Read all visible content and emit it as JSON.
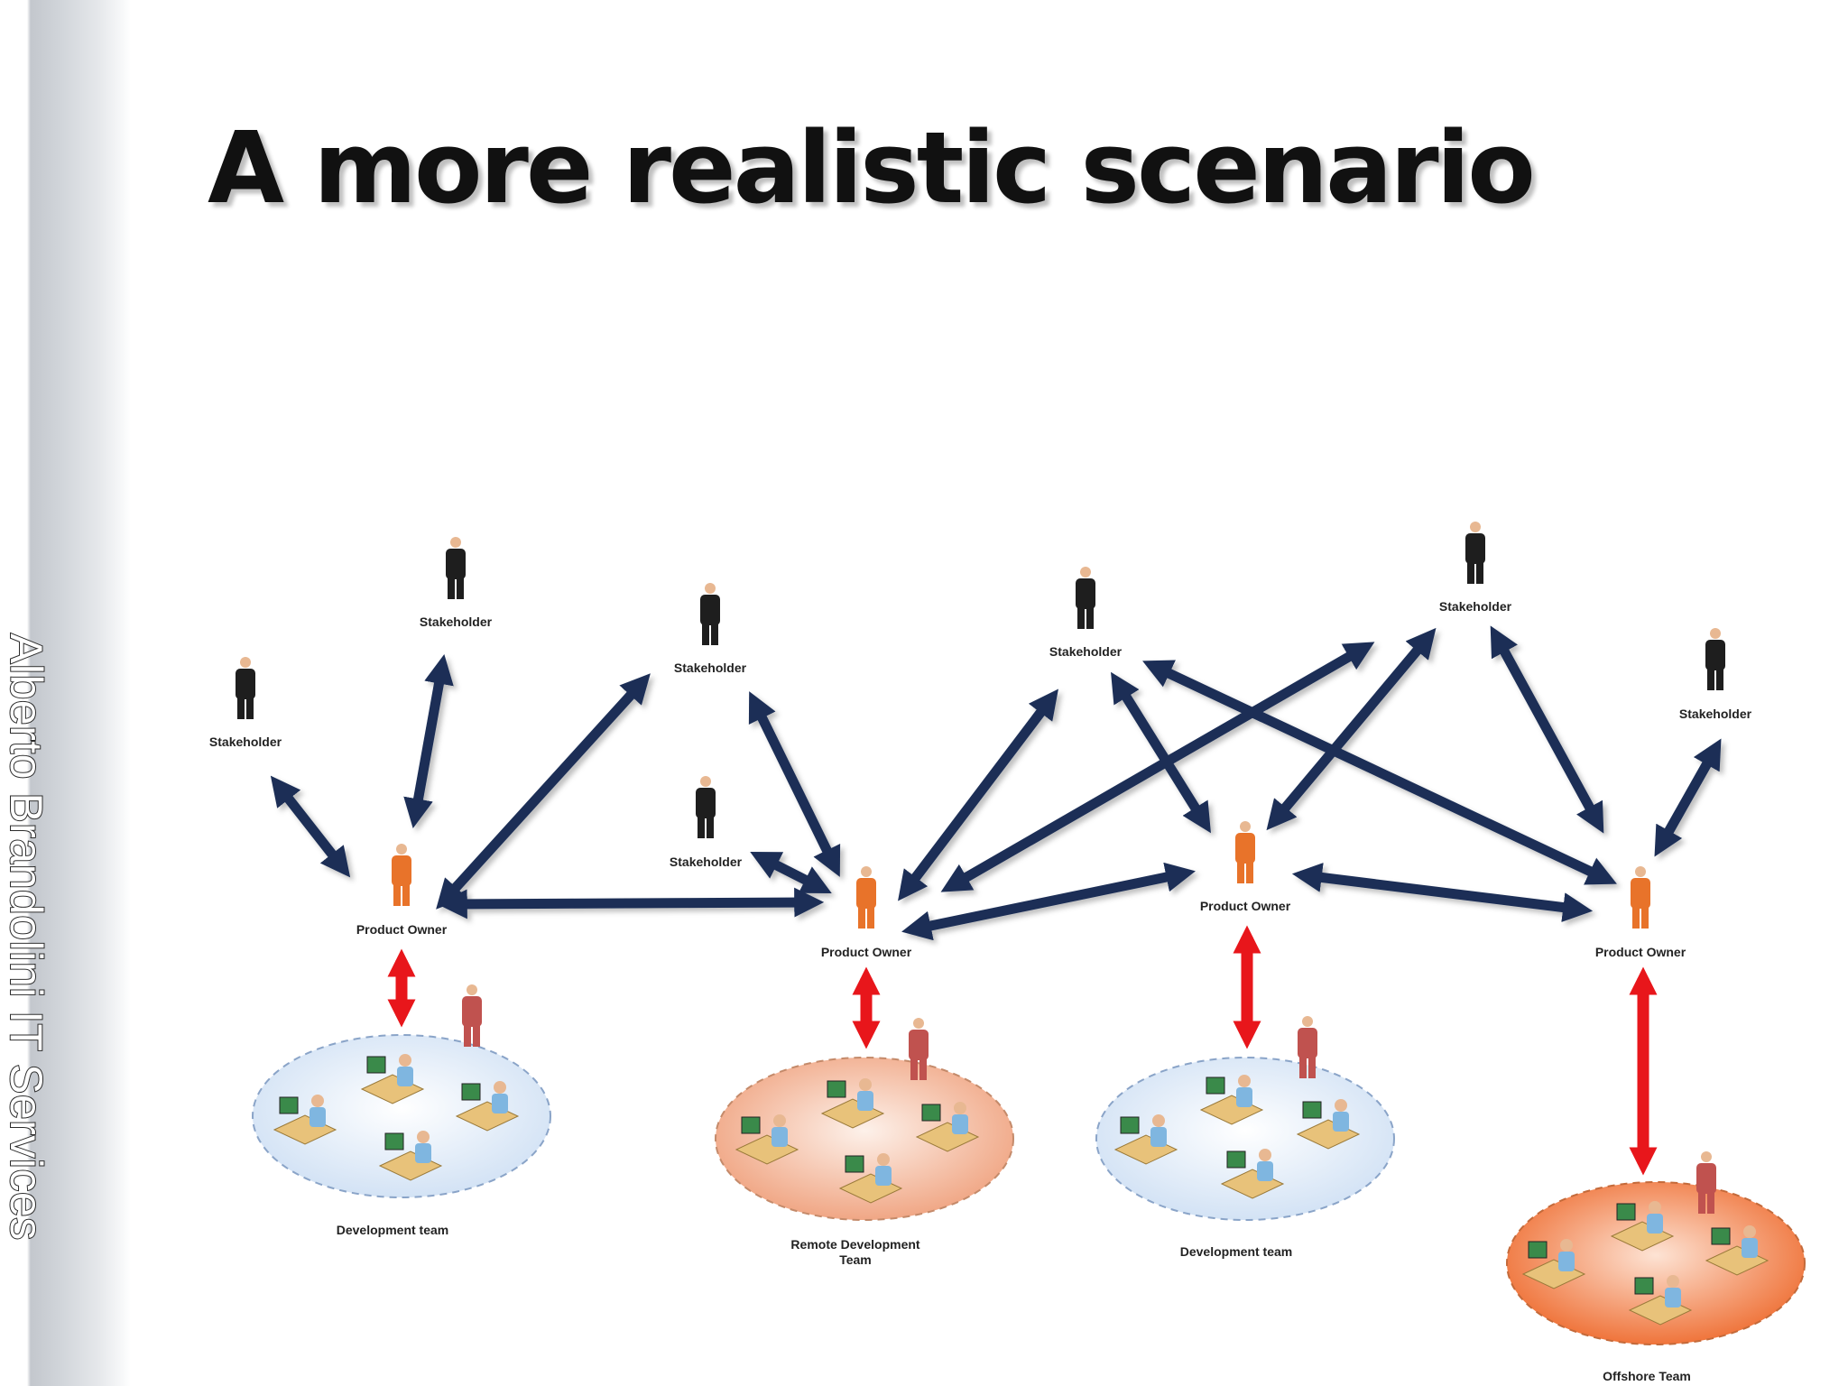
{
  "slide": {
    "sidebar_text": "Alberto Brandolini IT Services",
    "title": "A more realistic scenario"
  },
  "colors": {
    "stakeholder_arrow": "#1b2f57",
    "team_arrow": "#e8161b",
    "stakeholder_figure": "#1e1e1e",
    "product_owner_figure": "#e8732a",
    "team_member_figure": "#c0524f",
    "team_ellipse_blue": "#dde9f7",
    "team_ellipse_orange": "#f0845a"
  },
  "icons": {
    "person": "person-figure-icon",
    "workstation": "computer-workstation-icon"
  },
  "diagram": {
    "stakeholder_label": "Stakeholder",
    "product_owner_label": "Product Owner",
    "teams": [
      {
        "label": "Development team",
        "style": "blue"
      },
      {
        "label_lines": [
          "Remote Development",
          "Team"
        ],
        "style": "light-orange"
      },
      {
        "label": "Development team",
        "style": "blue"
      },
      {
        "label": "Offshore Team",
        "style": "orange"
      }
    ]
  }
}
